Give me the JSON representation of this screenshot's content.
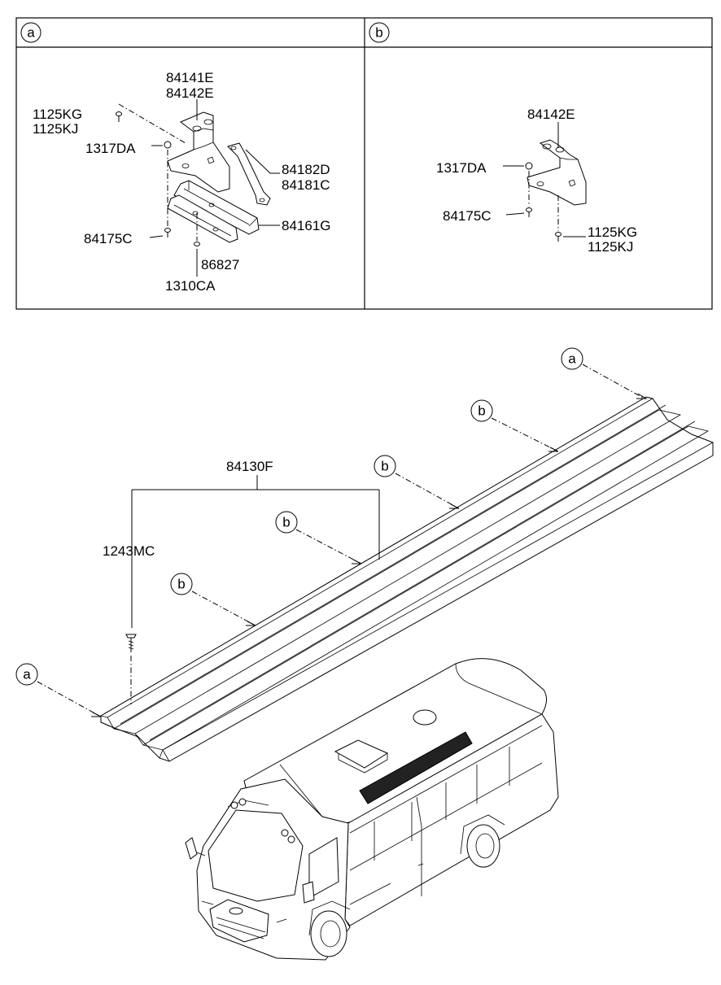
{
  "panel_a": {
    "marker": "a",
    "labels": {
      "p84141E": "84141E",
      "p84142E": "84142E",
      "p1125KG": "1125KG",
      "p1125KJ": "1125KJ",
      "p1317DA": "1317DA",
      "p84182D": "84182D",
      "p84181C": "84181C",
      "p84161G": "84161G",
      "p84175C": "84175C",
      "p86827": "86827",
      "p1310CA": "1310CA"
    }
  },
  "panel_b": {
    "marker": "b",
    "labels": {
      "p84142E": "84142E",
      "p1317DA": "1317DA",
      "p84175C": "84175C",
      "p1125KG": "1125KG",
      "p1125KJ": "1125KJ"
    }
  },
  "main": {
    "rail_label": "84130F",
    "screw_label": "1243MC",
    "markers": {
      "a_right": "a",
      "b1": "b",
      "b2": "b",
      "b3": "b",
      "b4": "b",
      "a_left": "a"
    }
  }
}
